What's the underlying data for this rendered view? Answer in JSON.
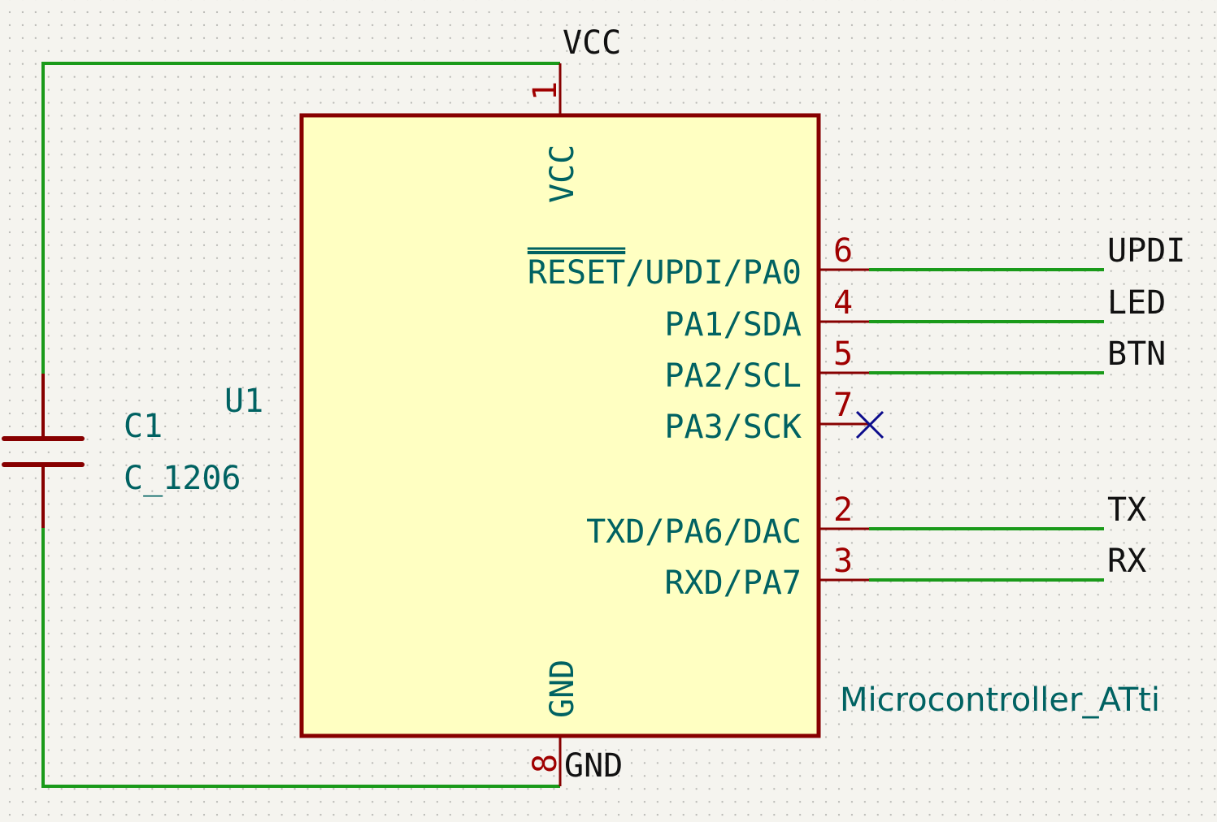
{
  "colors": {
    "background": "#f5f4ef",
    "wire": "#1a9a1a",
    "body_outline": "#870000",
    "body_fill": "#ffffc2",
    "pin": "#870000",
    "pin_number": "#a00000",
    "pin_name": "#006262",
    "net_label": "#111111",
    "no_connect": "#0c0c8c"
  },
  "u1": {
    "reference": "U1",
    "value": "Microcontroller_ATti",
    "power_pins": {
      "vcc": {
        "name": "VCC",
        "number": "1"
      },
      "gnd": {
        "name": "GND",
        "number": "8"
      }
    },
    "signal_pins": [
      {
        "name_overbar": "RESET",
        "name_rest": "/UPDI/PA0",
        "number": "6",
        "net": "UPDI"
      },
      {
        "name": "PA1/SDA",
        "number": "4",
        "net": "LED"
      },
      {
        "name": "PA2/SCL",
        "number": "5",
        "net": "BTN"
      },
      {
        "name": "PA3/SCK",
        "number": "7",
        "net": ""
      },
      {
        "name": "TXD/PA6/DAC",
        "number": "2",
        "net": "TX"
      },
      {
        "name": "RXD/PA7",
        "number": "3",
        "net": "RX"
      }
    ]
  },
  "c1": {
    "reference": "C1",
    "value": "C_1206"
  },
  "power_labels": {
    "vcc": "VCC",
    "gnd": "GND"
  }
}
